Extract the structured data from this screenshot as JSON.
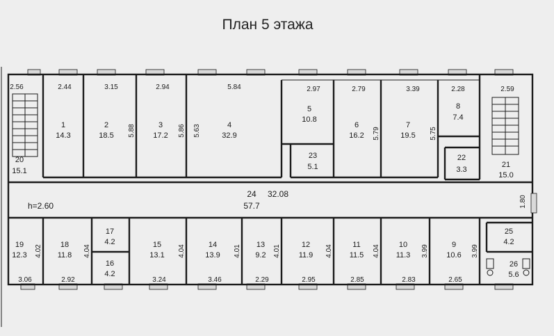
{
  "title": "План 5 этажа",
  "colors": {
    "paper": "#eeeeee",
    "ink": "#1a1a1a"
  },
  "corridor": {
    "number": "24",
    "area": "57.7",
    "length": "32.08",
    "height": "h=2.60",
    "width": "1.80"
  },
  "rooms": [
    {
      "number": "1",
      "area": "14.3"
    },
    {
      "number": "2",
      "area": "18.5"
    },
    {
      "number": "3",
      "area": "17.2"
    },
    {
      "number": "4",
      "area": "32.9"
    },
    {
      "number": "5",
      "area": "10.8"
    },
    {
      "number": "6",
      "area": "16.2"
    },
    {
      "number": "7",
      "area": "19.5"
    },
    {
      "number": "8",
      "area": "7.4"
    },
    {
      "number": "9",
      "area": "10.6"
    },
    {
      "number": "10",
      "area": "11.3"
    },
    {
      "number": "11",
      "area": "11.5"
    },
    {
      "number": "12",
      "area": "11.9"
    },
    {
      "number": "13",
      "area": "9.2"
    },
    {
      "number": "14",
      "area": "13.9"
    },
    {
      "number": "15",
      "area": "13.1"
    },
    {
      "number": "16",
      "area": "4.2"
    },
    {
      "number": "17",
      "area": "4.2"
    },
    {
      "number": "18",
      "area": "11.8"
    },
    {
      "number": "19",
      "area": "12.3"
    },
    {
      "number": "20",
      "area": "15.1"
    },
    {
      "number": "21",
      "area": "15.0"
    },
    {
      "number": "22",
      "area": "3.3"
    },
    {
      "number": "23",
      "area": "5.1"
    },
    {
      "number": "25",
      "area": "4.2"
    },
    {
      "number": "26",
      "area": "5.6"
    }
  ],
  "dimensions": {
    "top_widths": [
      "2.56",
      "2.44",
      "3.15",
      "2.94",
      "5.84",
      "2.97",
      "2.79",
      "3.39",
      "2.28",
      "2.59"
    ],
    "top_depths": [
      "5.88",
      "5.86",
      "5.63",
      "5.79",
      "5.75"
    ],
    "bottom_widths": [
      "3.06",
      "2.92",
      "3.24",
      "3.46",
      "2.29",
      "2.95",
      "2.85",
      "2.83",
      "2.65"
    ],
    "bottom_depths": [
      "4.02",
      "4.04",
      "4.04",
      "4.01",
      "4.01",
      "4.04",
      "4.04",
      "3.99",
      "3.99"
    ]
  }
}
